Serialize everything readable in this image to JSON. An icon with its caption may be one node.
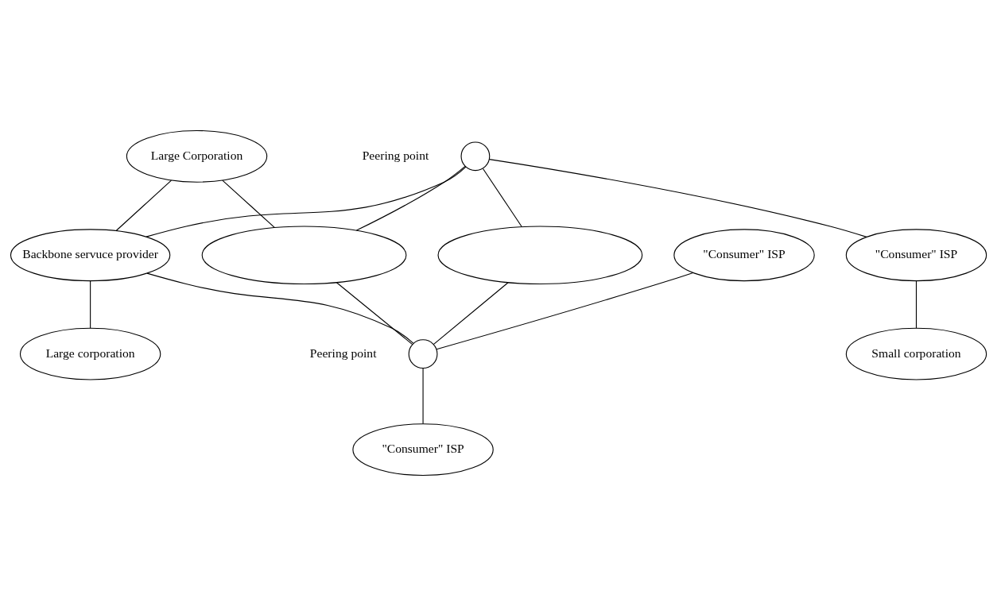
{
  "diagram": {
    "nodes": [
      {
        "text": [
          "Large Corporation"
        ]
      },
      {
        "text": [
          "\"Consumer\" ISP"
        ]
      },
      {
        "text": [],
        "shape": "circle",
        "beside": [
          "Peering point"
        ]
      },
      {
        "text": [],
        "shape": "ellipse"
      },
      {
        "text": [],
        "shape": "ellipse"
      },
      {
        "text": [
          "Backbone servuce provider"
        ]
      },
      {
        "text": [],
        "shape": "circle",
        "beside": [
          "Peering point"
        ]
      },
      {
        "text": [
          "\"Consumer\" ISP"
        ]
      },
      {
        "text": [
          "Large corporation"
        ]
      },
      {
        "text": [
          "\"Consumer\" ISP"
        ]
      },
      {
        "text": [
          "Small corporation"
        ]
      }
    ],
    "edges": [
      {
        "from": 0,
        "to": 3,
        "arrow": "none"
      },
      {
        "from": 0,
        "to": 5,
        "arrow": "none"
      },
      {
        "from": 2,
        "to": 3,
        "arrow": "none"
      },
      {
        "from": 2,
        "to": 4,
        "arrow": "none"
      },
      {
        "from": 2,
        "to": 5,
        "arrow": "none"
      },
      {
        "from": 3,
        "to": 6,
        "arrow": "none"
      },
      {
        "from": 4,
        "to": 6,
        "arrow": "none"
      },
      {
        "from": 5,
        "to": 6,
        "arrow": "none"
      },
      {
        "from": 1,
        "to": 6,
        "arrow": "none"
      },
      {
        "from": 6,
        "to": 9,
        "arrow": "none"
      },
      {
        "from": 2,
        "to": 7,
        "arrow": "none"
      },
      {
        "from": 7,
        "to": 10,
        "arrow": "none"
      },
      {
        "from": 5,
        "to": 8,
        "arrow": "none"
      }
    ]
  }
}
